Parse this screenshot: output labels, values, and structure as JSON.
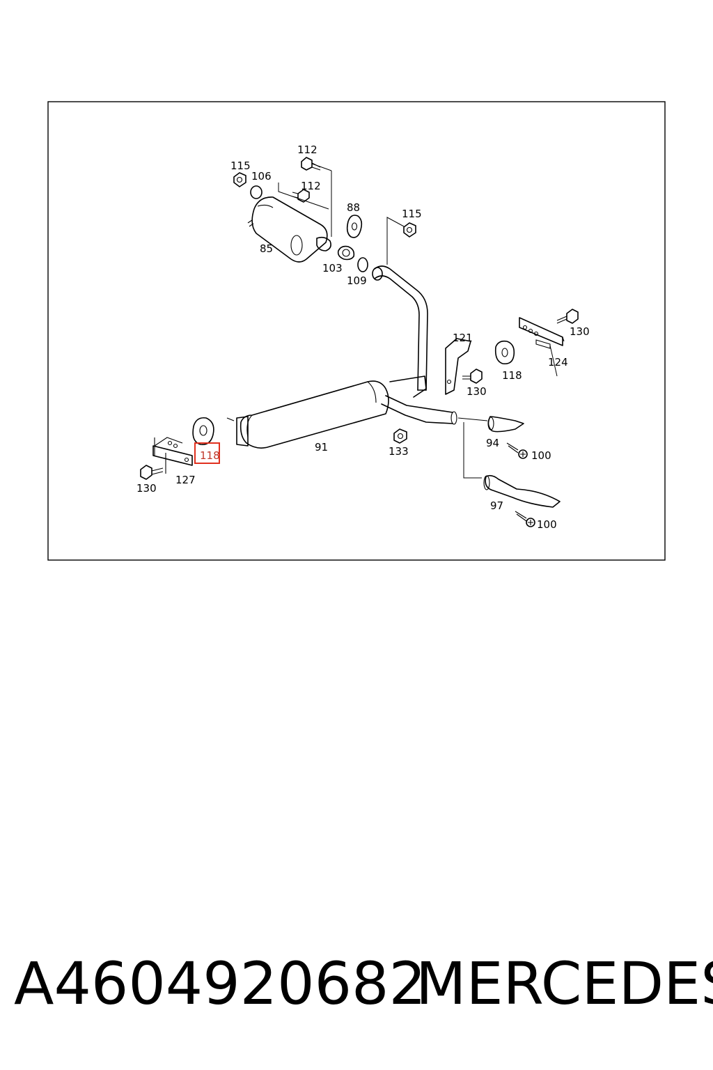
{
  "diagram": {
    "labels": {
      "l112a": "112",
      "l115a": "115",
      "l106": "106",
      "l112b": "112",
      "l88": "88",
      "l115b": "115",
      "l85": "85",
      "l103": "103",
      "l109": "109",
      "l121": "121",
      "l130a": "130",
      "l124": "124",
      "l118a": "118",
      "l130b": "130",
      "l91": "91",
      "l133": "133",
      "l94": "94",
      "l100a": "100",
      "l118b": "118",
      "l130c": "130",
      "l127": "127",
      "l97": "97",
      "l100b": "100"
    },
    "highlight": {
      "label": "118",
      "color": "#e0301e"
    }
  },
  "footer": {
    "part_number": "A4604920682",
    "brand": "MERCEDES"
  }
}
